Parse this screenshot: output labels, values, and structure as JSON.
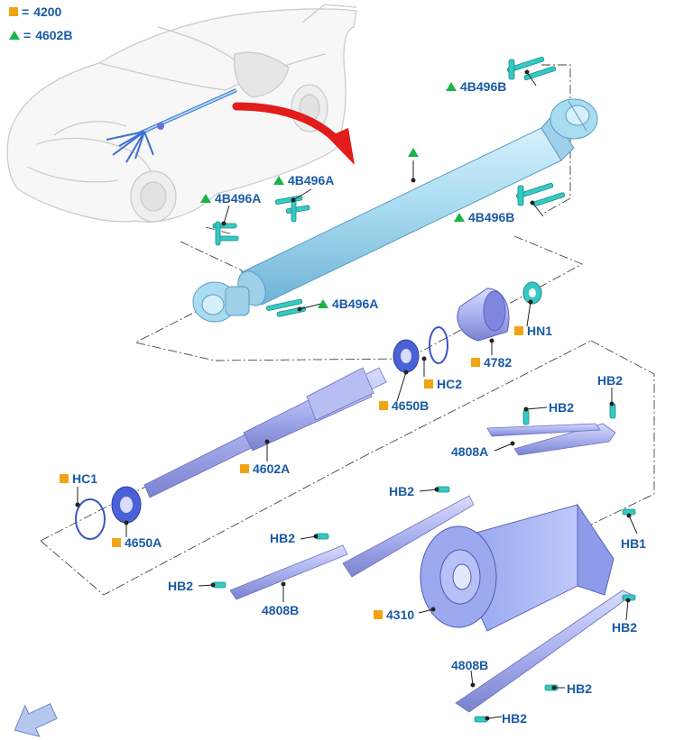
{
  "legend": [
    {
      "marker": "square",
      "label": "4200"
    },
    {
      "marker": "triangle",
      "label": "4602B"
    }
  ],
  "legend_equals": "=",
  "colors": {
    "label_text": "#1a5aa6",
    "square_marker": "#f0a516",
    "triangle_marker": "#19b34a",
    "shaft": "#a9dbf1",
    "housing": "#b2bff7",
    "fastener": "#35c9c2",
    "callout_arrow": "#e21b1b"
  },
  "labels": {
    "tri_top": "",
    "l_4b496b_top": "4B496B",
    "l_4b496a_left": "4B496A",
    "l_4b496a_mid": "4B496A",
    "l_4b496b_right": "4B496B",
    "l_4b496a_low": "4B496A",
    "l_hn1": "HN1",
    "l_4782": "4782",
    "l_hc2": "HC2",
    "l_4650b": "4650B",
    "l_hb2_a": "HB2",
    "l_hb2_b": "HB2",
    "l_4808a": "4808A",
    "l_4602a": "4602A",
    "l_hc1": "HC1",
    "l_4650a": "4650A",
    "l_hb2_c": "HB2",
    "l_hb1": "HB1",
    "l_hb2_d": "HB2",
    "l_hb2_e": "HB2",
    "l_4808b": "4808B",
    "l_4310": "4310",
    "l_hb2_f": "HB2",
    "l_4808b_2": "4808B",
    "l_hb2_g": "HB2",
    "l_hb2_h": "HB2"
  },
  "nav": {
    "icon": "back-arrow-icon"
  }
}
